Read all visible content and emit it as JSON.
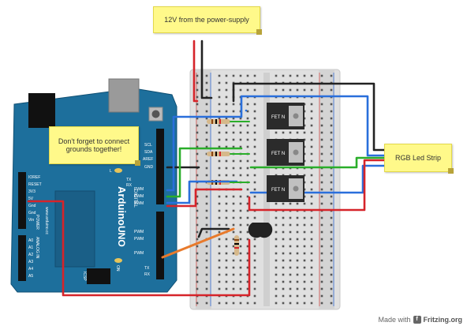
{
  "notes": {
    "power": "12V from the power-supply",
    "ground": "Don't forget to connect grounds together!",
    "strip": "RGB Led Strip"
  },
  "arduino": {
    "brand": "Arduino",
    "model": "UNO",
    "website": "www.arduino.cc",
    "on_label": "ON",
    "icsp_label": "ICSP",
    "left_labels": [
      "IOREF",
      "RESET",
      "3V3",
      "5V",
      "Gnd",
      "Gnd",
      "Vin"
    ],
    "power_label": "POWER",
    "analog_label": "ANALOG IN",
    "analog_pins": [
      "A0",
      "A1",
      "A2",
      "A3",
      "A4",
      "A5"
    ],
    "right_labels": [
      "SCL",
      "SDA",
      "AREF",
      "GND"
    ],
    "digital_label": "DIGITAL",
    "pwm_labels": [
      "PWM",
      "PWM",
      "PWM",
      "PWM",
      "PWM",
      "PWM"
    ],
    "l_label": "L",
    "tx_label": "TX",
    "rx_label": "RX",
    "tx_pin": "TX",
    "rx_pin": "RX"
  },
  "mosfets": [
    "FET N",
    "FET N",
    "FET N"
  ],
  "credit": {
    "prefix": "Made with",
    "brand": "Fritzing.org"
  },
  "colors": {
    "board": "#1d6f9c",
    "breadboard": "#e3e3e3",
    "wire_red": "#d6242a",
    "wire_black": "#222222",
    "wire_blue": "#2a6fdb",
    "wire_green": "#2aae2a",
    "wire_orange": "#e87a2c",
    "note": "#fff98a"
  }
}
